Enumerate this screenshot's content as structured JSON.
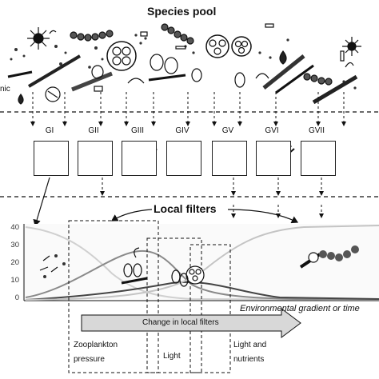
{
  "titles": {
    "species_pool": "Species pool",
    "local_filters": "Local filters",
    "left_fragment": "nic"
  },
  "groups": [
    "GI",
    "GII",
    "GIII",
    "GIV",
    "GV",
    "GVI",
    "GVII"
  ],
  "y_ticks": [
    "40",
    "30",
    "20",
    "10",
    "0"
  ],
  "axis_label": "Environmental gradient or time",
  "arrow_label": "Change in local filters",
  "filters": {
    "zooplankton": [
      "Zooplankton",
      "pressure"
    ],
    "light": "Light",
    "light_nutrients": [
      "Light and",
      "nutrients"
    ]
  },
  "icons": {
    "organisms": "phytoplankton-icon",
    "chain": "filament-chain-icon",
    "colony": "colony-icon",
    "flagellate": "flagellate-icon"
  },
  "colors": {
    "line": "#111111",
    "curve_light": "#c8c8c8",
    "curve_mid": "#8c8c8c",
    "curve_dark": "#444444",
    "arrow_fill": "#d8d8d8"
  }
}
